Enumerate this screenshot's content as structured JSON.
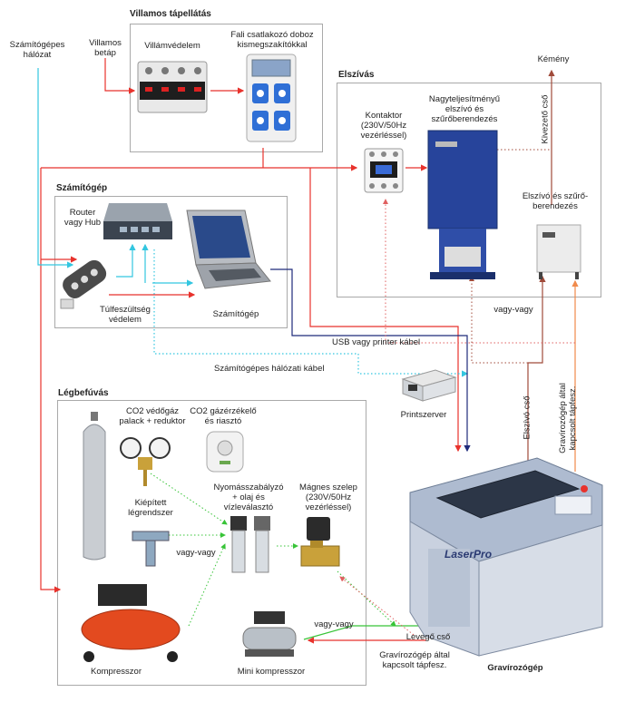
{
  "sections": {
    "power": "Villamos tápellátás",
    "computer": "Számítógép",
    "exhaust": "Elszívás",
    "air": "Légbefúvás"
  },
  "labels": {
    "network": "Számítógépes\nhálózat",
    "mains": "Villamos\nbetáp",
    "surge_protection": "Villámvédelem",
    "wall_box": "Fali csatlakozó doboz\nkismegszakítókkal",
    "chimney": "Kémény",
    "vent_pipe": "Kivezető cső",
    "contactor": "Kontaktor\n(230V/50Hz\nvezérléssel)",
    "big_extractor": "Nagyteljesítményű\nelszívó és\nszűrőberendezés",
    "small_extractor": "Elszívó és szűrő-\nberendezés",
    "router": "Router\nvagy Hub",
    "overvoltage": "Túlfeszültség\nvédelem",
    "pc": "Számítógép",
    "either_or_1": "vagy-vagy",
    "usb_cable": "USB vagy printer kábel",
    "network_cable": "Számítógépes hálózati kábel",
    "print_server": "Printszerver",
    "extract_pipe": "Elszívó cső",
    "engraver_power": "Gravírozógép által\nkapcsolt tápfesz.",
    "co2_bottle": "CO2 védőgáz\npalack + reduktor",
    "co2_sensor": "CO2 gázérzékelő\nés riasztó",
    "regulator": "Nyomásszabályzó\n+ olaj és\nvízleválasztó",
    "solenoid": "Mágnes szelep\n(230V/50Hz\nvezérléssel)",
    "pipework": "Kiépített\nlégrendszer",
    "either_or_2": "vagy-vagy",
    "either_or_3": "vagy-vagy",
    "air_hose": "Levegő cső",
    "engraver_power_2": "Gravírozógép által\nkapcsolt tápfesz.",
    "compressor": "Kompresszor",
    "mini_compressor": "Mini kompresszor",
    "engraver": "Gravírozógép",
    "engraver_brand": "LaserPro"
  },
  "colors": {
    "power_line": "#e8322c",
    "network_line": "#33c6e0",
    "usb_line": "#1f2a7a",
    "air_line": "#38c438",
    "orange_line": "#f08a4b",
    "dotted_red": "#e06060",
    "brown_line": "#a04a3a",
    "box_border": "#a9a9a9"
  }
}
